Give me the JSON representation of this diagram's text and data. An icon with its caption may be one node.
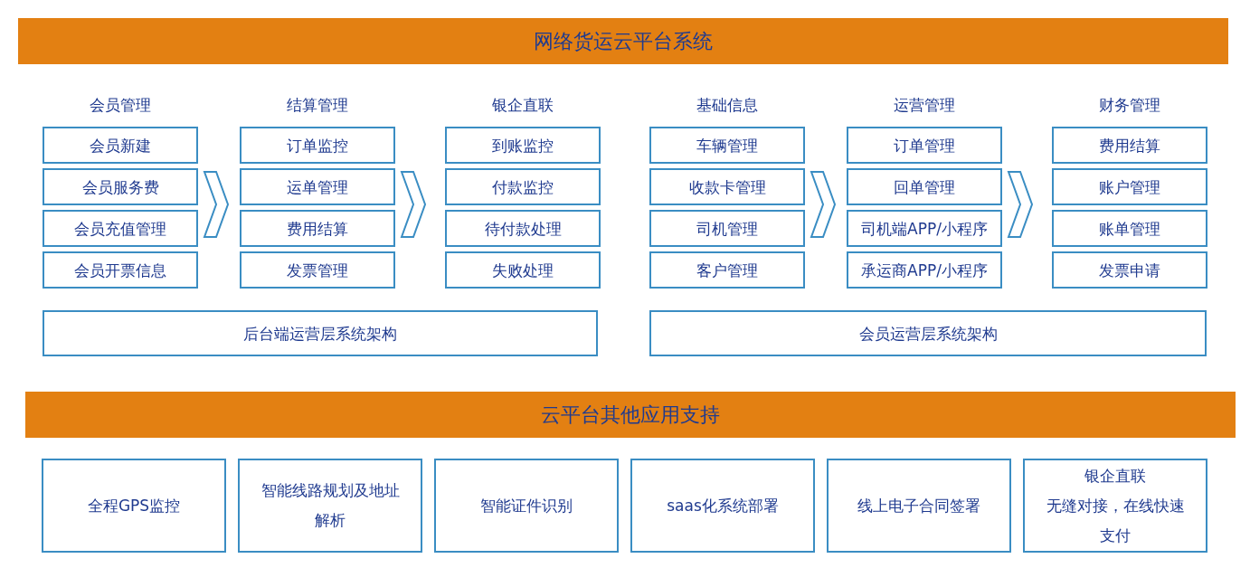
{
  "diagram": {
    "nodes": [
      {
        "text": [
          "网络货运云平台系统"
        ]
      },
      {
        "text": [
          "会员新建"
        ]
      },
      {
        "text": [
          "会员服务费"
        ]
      },
      {
        "text": [
          "会员充值管理"
        ]
      },
      {
        "text": [
          "会员开票信息"
        ]
      },
      {
        "text": [
          "订单监控"
        ]
      },
      {
        "text": [
          "运单管理"
        ]
      },
      {
        "text": [
          "费用结算"
        ]
      },
      {
        "text": [
          "发票管理"
        ]
      },
      {
        "text": [
          "到账监控"
        ]
      },
      {
        "text": [
          "付款监控"
        ]
      },
      {
        "text": [
          "待付款处理"
        ]
      },
      {
        "text": [
          "失败处理"
        ]
      },
      {
        "text": [
          "车辆管理"
        ]
      },
      {
        "text": [
          "收款卡管理"
        ]
      },
      {
        "text": [
          "司机管理"
        ]
      },
      {
        "text": [
          "客户管理"
        ]
      },
      {
        "text": [
          "订单管理"
        ]
      },
      {
        "text": [
          "回单管理"
        ]
      },
      {
        "text": [
          "司机端APP/小程序"
        ]
      },
      {
        "text": [
          "承运商APP/小程序"
        ]
      },
      {
        "text": [
          "费用结算"
        ]
      },
      {
        "text": [
          "账户管理"
        ]
      },
      {
        "text": [
          "账单管理"
        ]
      },
      {
        "text": [
          "发票申请"
        ]
      },
      {
        "text": [
          "后台端运营层系统架构"
        ]
      },
      {
        "text": [
          "会员运营层系统架构"
        ]
      },
      {
        "text": [
          "云平台其他应用支持"
        ]
      },
      {
        "text": [
          "全程GPS监控"
        ]
      },
      {
        "text": [
          "智能线路规划及地址解析"
        ]
      },
      {
        "text": [
          "智能证件识别"
        ]
      },
      {
        "text": [
          "saas化系统部署"
        ]
      },
      {
        "text": [
          "线上电子合同签署"
        ]
      },
      {
        "text": [
          "银企直联",
          "无缝对接，在线快速支付"
        ]
      }
    ],
    "edges": [
      {
        "from": 2,
        "to": 6,
        "arrow": "to"
      },
      {
        "from": 6,
        "to": 10,
        "arrow": "to"
      },
      {
        "from": 14,
        "to": 18,
        "arrow": "to"
      },
      {
        "from": 18,
        "to": 22,
        "arrow": "to"
      }
    ],
    "labels": [
      "会员管理",
      "结算管理",
      "银企直联",
      "基础信息",
      "运营管理",
      "财务管理"
    ]
  }
}
